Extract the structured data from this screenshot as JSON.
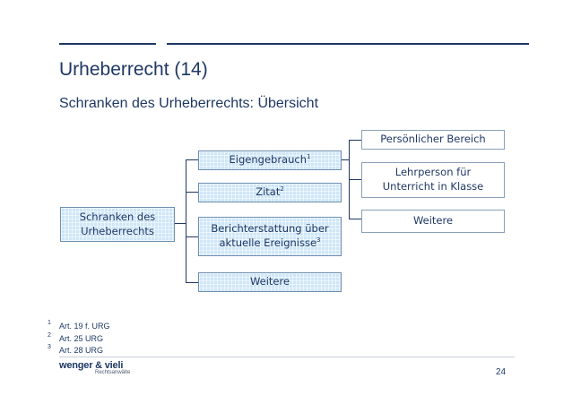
{
  "slide": {
    "title": "Urheberrecht (14)",
    "subtitle": "Schranken des Urheberrechts: Übersicht",
    "page_number": "24"
  },
  "diagram": {
    "root": {
      "line1": "Schranken des",
      "line2": "Urheberrechts"
    },
    "middle": [
      {
        "text": "Eigengebrauch",
        "sup": "1"
      },
      {
        "text": "Zitat",
        "sup": "2"
      },
      {
        "line1": "Berichterstattung über",
        "line2": "aktuelle Ereignisse",
        "sup": "3"
      },
      {
        "text": "Weitere"
      }
    ],
    "right": [
      {
        "text": "Persönlicher Bereich"
      },
      {
        "line1": "Lehrperson für",
        "line2": "Unterricht in Klasse"
      },
      {
        "text": "Weitere"
      }
    ]
  },
  "footnotes": [
    {
      "num": "1",
      "text": "Art. 19 f. URG"
    },
    {
      "num": "2",
      "text": "Art. 25 URG"
    },
    {
      "num": "3",
      "text": "Art. 28 URG"
    }
  ],
  "logo": {
    "brand": "wenger & vieli",
    "tagline": "Rechtsanwälte"
  },
  "colors": {
    "primary": "#1f3864",
    "box_fill": "#cfe6f7"
  }
}
